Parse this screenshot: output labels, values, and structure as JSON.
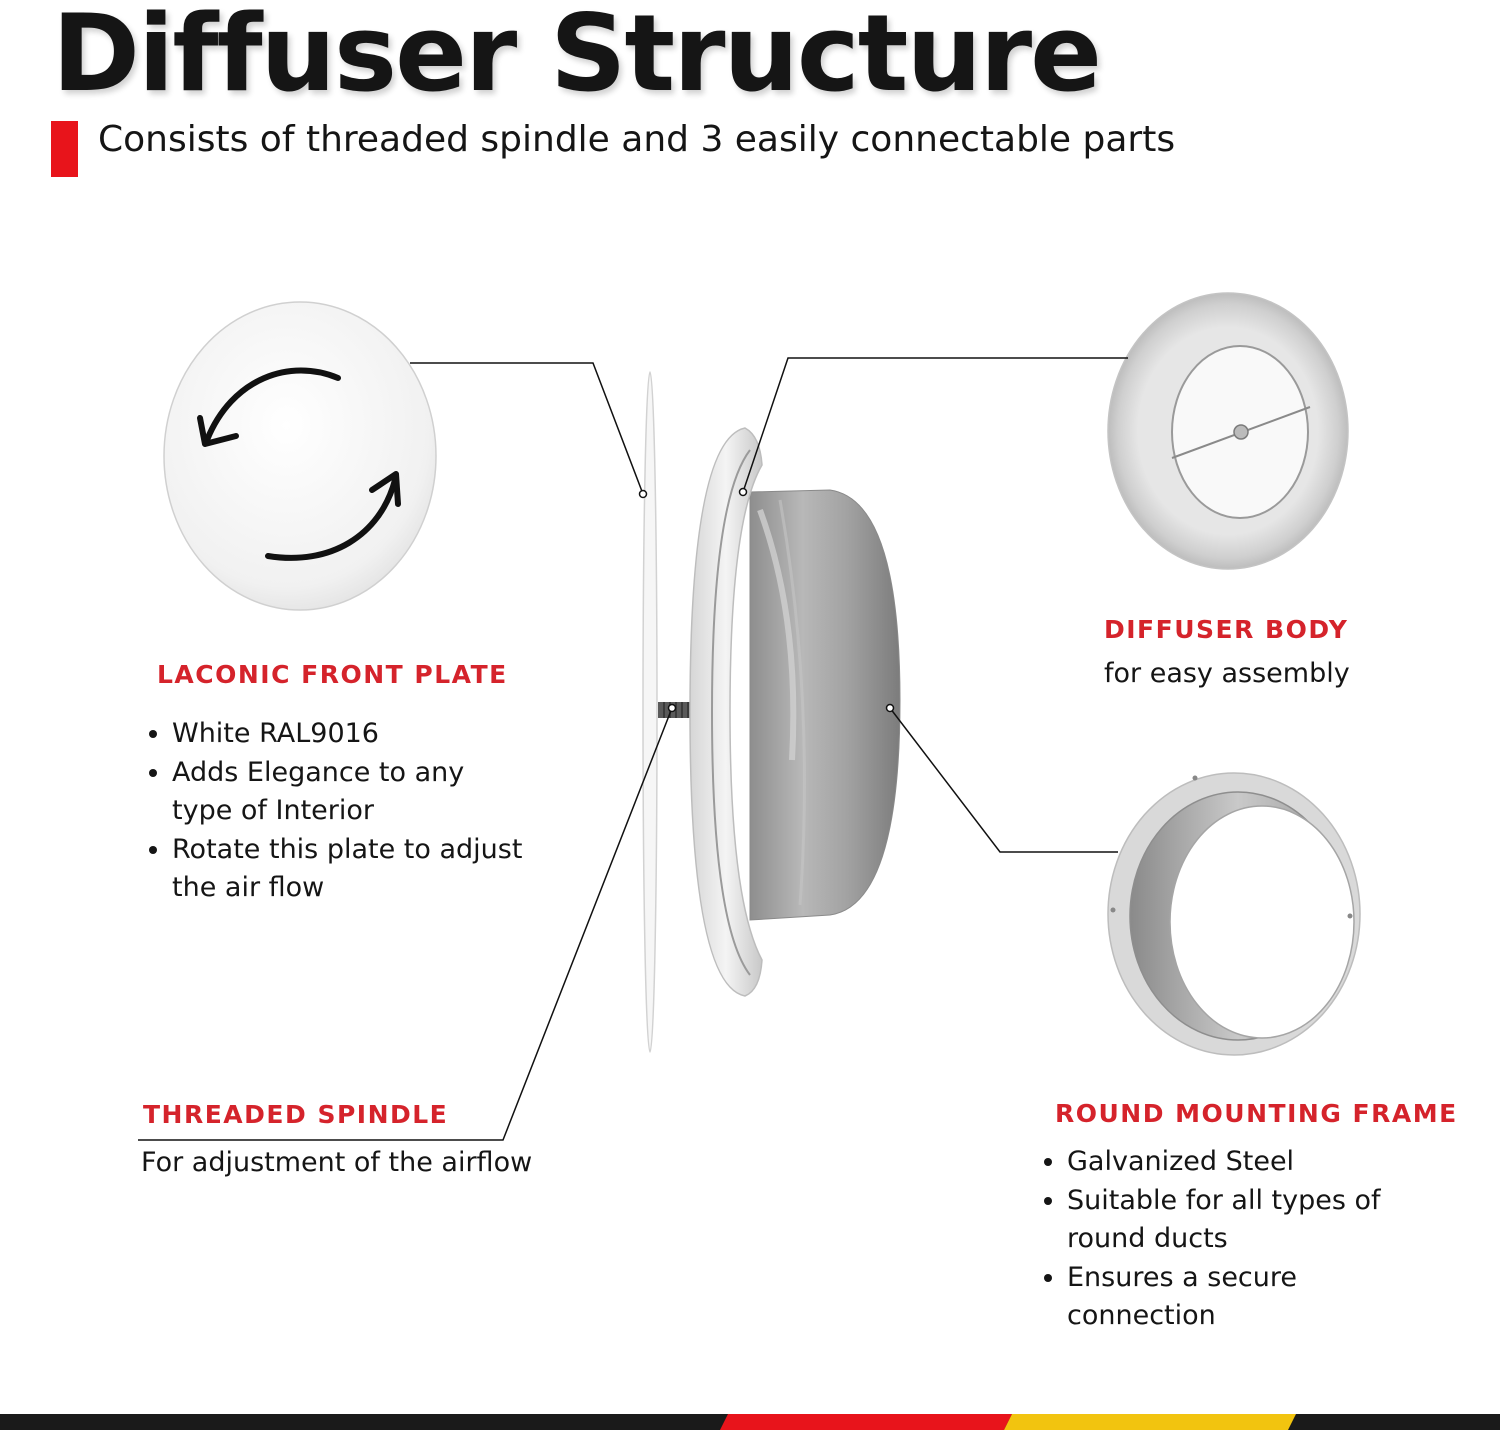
{
  "title": "Diffuser Structure",
  "subtitle": "Consists of threaded spindle and 3 easily connectable parts",
  "colors": {
    "accent": "#e8141b",
    "heading_red": "#d5232b",
    "footer_dark": "#1a1a1a",
    "footer_red": "#e8141b",
    "footer_yellow": "#f2c40f"
  },
  "front_plate": {
    "heading": "LACONIC FRONT PLATE",
    "bullets": [
      "White RAL9016",
      "Adds Elegance to any\ntype of Interior",
      "Rotate this plate to adjust\nthe air flow"
    ]
  },
  "spindle": {
    "heading": "THREADED SPINDLE",
    "description": "For adjustment of the airflow"
  },
  "body": {
    "heading": "DIFFUSER BODY",
    "description": "for easy assembly"
  },
  "frame": {
    "heading": "ROUND MOUNTING FRAME",
    "bullets": [
      "Galvanized Steel",
      "Suitable for all types of\nround ducts",
      "Ensures a secure\nconnection"
    ]
  }
}
